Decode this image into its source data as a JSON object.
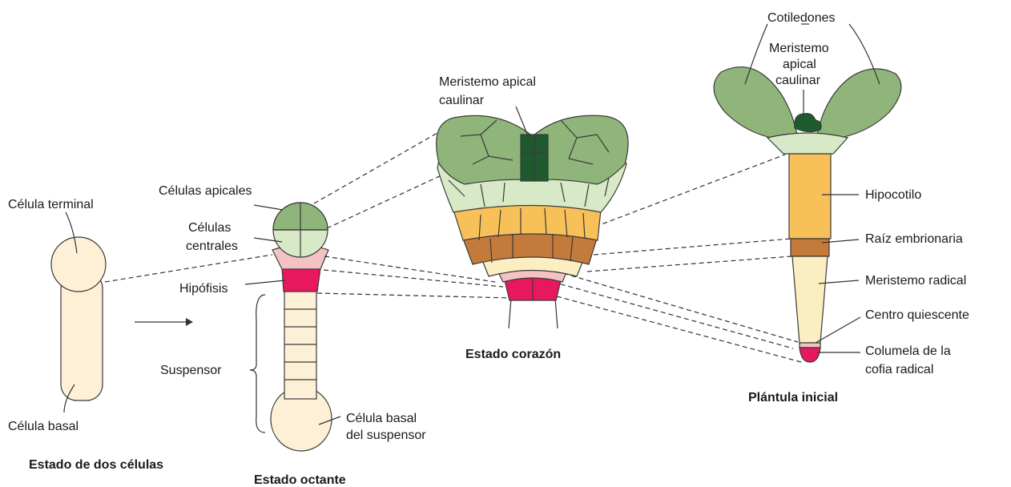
{
  "colors": {
    "cream": "#fdf0d6",
    "light_green": "#d7e9c6",
    "mid_green": "#8fb57a",
    "dark_green": "#1f5a2f",
    "orange": "#f7c058",
    "brown": "#c47a3a",
    "pink_light": "#f4c2c2",
    "magenta": "#e8185e",
    "pale_yellow": "#fbeec0"
  },
  "stages": {
    "two_cell": {
      "title": "Estado de dos células",
      "terminal_label": "Célula terminal",
      "basal_label": "Célula basal"
    },
    "octant": {
      "title": "Estado octante",
      "apical_label": "Células apicales",
      "central_label_1": "Células",
      "central_label_2": "centrales",
      "hypophysis_label": "Hipófisis",
      "suspensor_label": "Suspensor",
      "basal_suspensor_label_1": "Célula basal",
      "basal_suspensor_label_2": "del suspensor"
    },
    "heart": {
      "title": "Estado corazón",
      "meristem_label_1": "Meristemo apical",
      "meristem_label_2": "caulinar"
    },
    "seedling": {
      "title": "Plántula inicial",
      "cotyledons_label": "Cotiledones",
      "meristem_label_1": "Meristemo",
      "meristem_label_2": "apical",
      "meristem_label_3": "caulinar",
      "hypocotyl_label": "Hipocotilo",
      "embryonic_root_label": "Raíz embrionaria",
      "root_meristem_label": "Meristemo radical",
      "quiescent_label": "Centro quiescente",
      "columella_label_1": "Columela de la",
      "columella_label_2": "cofia radical"
    }
  }
}
